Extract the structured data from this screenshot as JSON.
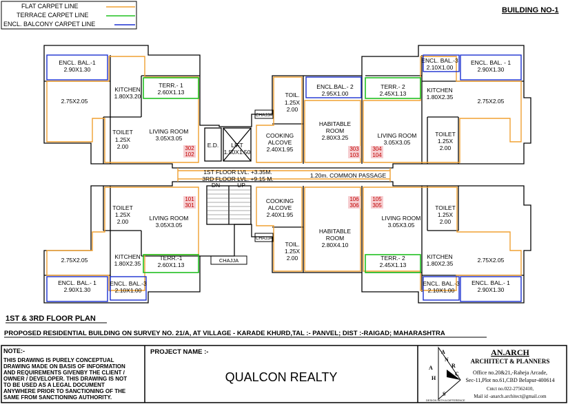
{
  "legend": {
    "flat": "FLAT CARPET  LINE",
    "terrace": "TERRACE CARPET  LINE",
    "balcony": "ENCL. BALCONY  CARPET  LINE",
    "flat_color": "#f0a030",
    "terrace_color": "#1fc01f",
    "balcony_color": "#1a2fd0"
  },
  "building": "BUILDING NO-1",
  "rooms": {
    "encl_bal_1": "ENCL. BAL.-1",
    "encl_bal_1b": "ENCL. BAL. - 1",
    "encl_bal_1c": "ENCL. BAL.- 1",
    "encl_bal_2": "ENCL.BAL.- 2",
    "encl_bal_3": "ENCL. BAL.-3",
    "encl_bal_3b": "ENCL. BAL.-3",
    "dim_290x130": "2.90X1.30",
    "dim_210x100": "2.10X1.00",
    "dim_295x100": "2.95X1.00",
    "kitchen": "KITCHEN",
    "dim_180x320": "1.80X3.20",
    "dim_180x235": "1.80X2.35",
    "dim_275x205": "2.75X2.05",
    "terr1": "TERR.- 1",
    "terr1b": "TERR.-1",
    "terr2": "TERR.- 2",
    "dim_260x113": "2.60X1.13",
    "dim_245x113": "2.45X1.13",
    "toilet": "TOILET",
    "toil": "TOIL.",
    "dim_125x": "1.25X",
    "dim_200": "2.00",
    "living": "LIVING ROOM",
    "dim_305x305": "3.05X3.05",
    "ed": "E.D.",
    "lift": "LIFT",
    "dim_150x150": "1.50X1.50",
    "chajja": "CHAJJA",
    "cooking": "COOKING",
    "alcove": "ALCOVE",
    "dim_240x195": "2.40X1.95",
    "habitable": "HABITABLE",
    "room": "ROOM",
    "dim_280x325": "2.80X3.25",
    "dim_280x410": "2.80X4.10",
    "dn": "DN",
    "up": "UP",
    "floor_lvl_1": "1ST FLOOR LVL. +3.35M.",
    "floor_lvl_3": "3RD FLOOR LVL. +9.15 M.",
    "passage": "1.20m. COMMON PASSAGE"
  },
  "flat_numbers": {
    "n302": "302",
    "n102": "102",
    "n303": "303",
    "n103": "103",
    "n304": "304",
    "n104": "104",
    "n101": "101",
    "n301": "301",
    "n106": "106",
    "n306": "306",
    "n105": "105",
    "n305": "305"
  },
  "plan_title": "1ST & 3RD FLOOR PLAN",
  "proposal": "PROPOSED RESIDENTIAL BUILDING ON SURVEY NO. 21/A, AT VILLAGE - KARADE KHURD,TAL :- PANVEL; DIST :-RAIGAD; MAHARASHTRA",
  "note": {
    "heading": "NOTE:-",
    "lines": [
      "THIS DRAWING IS PURELY CONCEPTUAL",
      "DRAWING MADE ON BASIS OF INFORMATION",
      "AND REQUIREMENTS GIVENBY THE CLIENT /",
      "OWNER / DEVELOPER. THIS DRAWING IS NOT",
      "TO BE USED AS A LEGAL DOCUMENT",
      "ANYWHERE PRIOR TO SANCTIONING OF THE",
      "SAME FROM SANCTIONING AUTHORITY."
    ]
  },
  "project": {
    "label": "PROJECT NAME :-",
    "name": "QUALCON REALTY"
  },
  "firm": {
    "name": "AN.ARCH",
    "subtitle": "ARCHITECT & PLANNERS",
    "address1": "Office no.20&21,-Raheja Arcade,",
    "address2": "Sec-11,Plot no.61,CBD Belapur-400614",
    "contact": "Cntct no.022-27562410,",
    "email": "Mail id -anarch.architect@gmail.com",
    "logo_letters": [
      "A",
      "N",
      "A",
      "R",
      "C",
      "H",
      "S"
    ],
    "tagline": "DESIGN WITH A DIFFERENCE"
  }
}
